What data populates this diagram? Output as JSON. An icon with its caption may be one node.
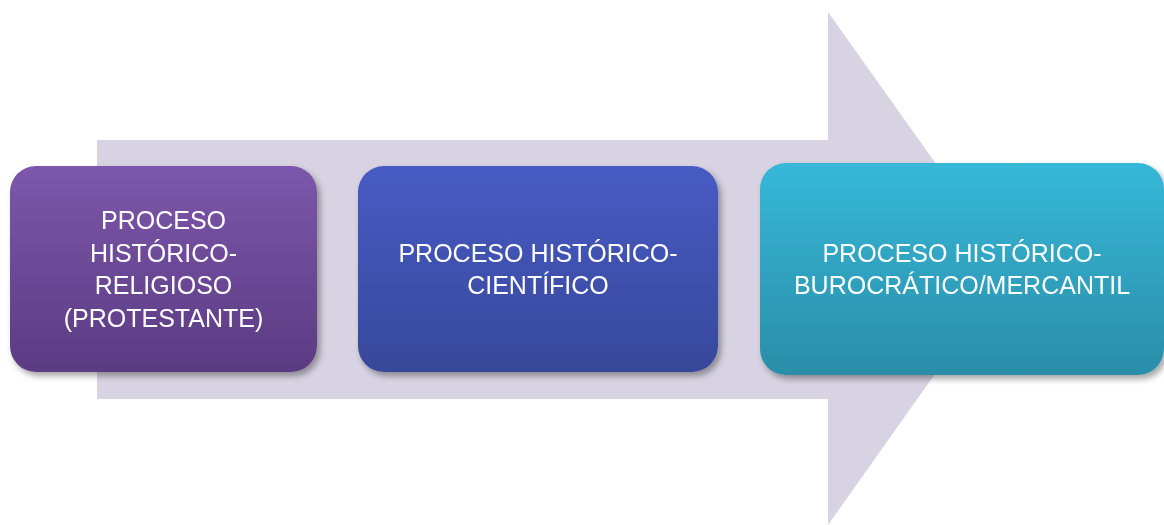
{
  "diagram": {
    "nodes": [
      {
        "text": [
          "PROCESO HISTÓRICO-RELIGIOSO (PROTESTANTE)"
        ]
      },
      {
        "text": [
          "PROCESO HISTÓRICO-CIENTÍFICO"
        ]
      },
      {
        "text": [
          "PROCESO HISTÓRICO-BUROCRÁTICO/MERCANTIL"
        ]
      }
    ],
    "edges": [
      {
        "from": 0,
        "to": 2,
        "arrow": "to"
      }
    ]
  }
}
